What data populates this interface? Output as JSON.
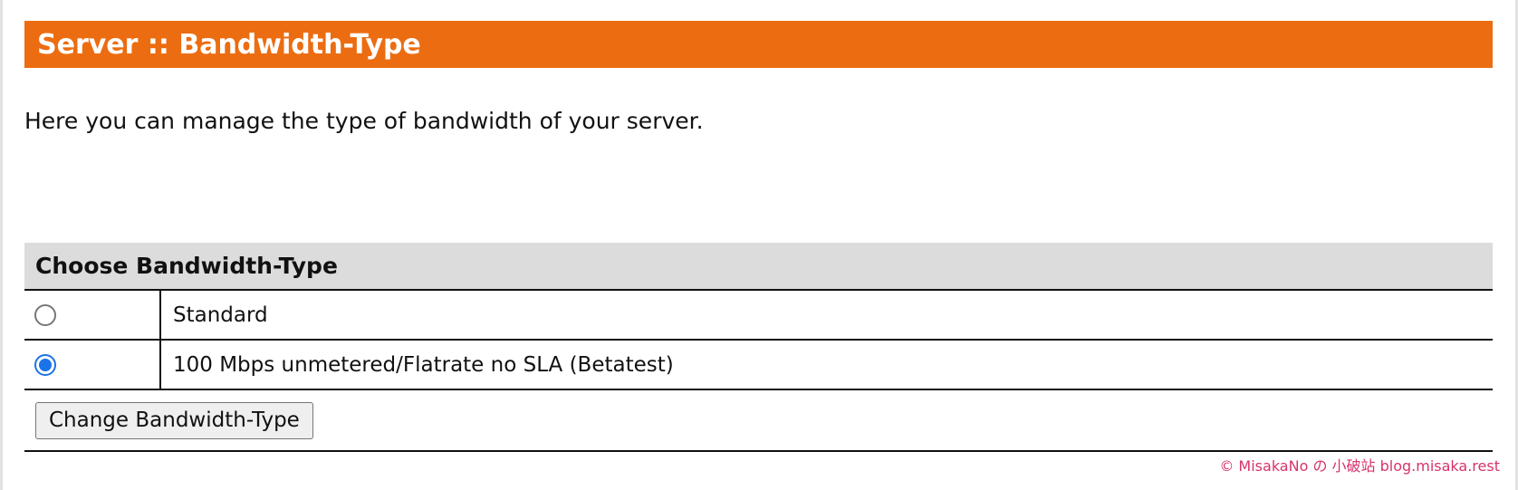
{
  "header": {
    "title": "Server :: Bandwidth-Type"
  },
  "intro": {
    "text": "Here you can manage the type of bandwidth of your server."
  },
  "panel": {
    "title": "Choose Bandwidth-Type",
    "options": [
      {
        "label": "Standard",
        "selected": false
      },
      {
        "label": "100 Mbps unmetered/Flatrate no SLA (Betatest)",
        "selected": true
      }
    ],
    "button_label": "Change Bandwidth-Type"
  },
  "watermark": {
    "text": "© MisakaNo の 小破站 blog.misaka.rest"
  },
  "colors": {
    "header_bg": "#ec6d11",
    "panel_head_bg": "#dcdcdc",
    "radio_selected": "#1a73e8",
    "watermark": "#d6336c"
  }
}
